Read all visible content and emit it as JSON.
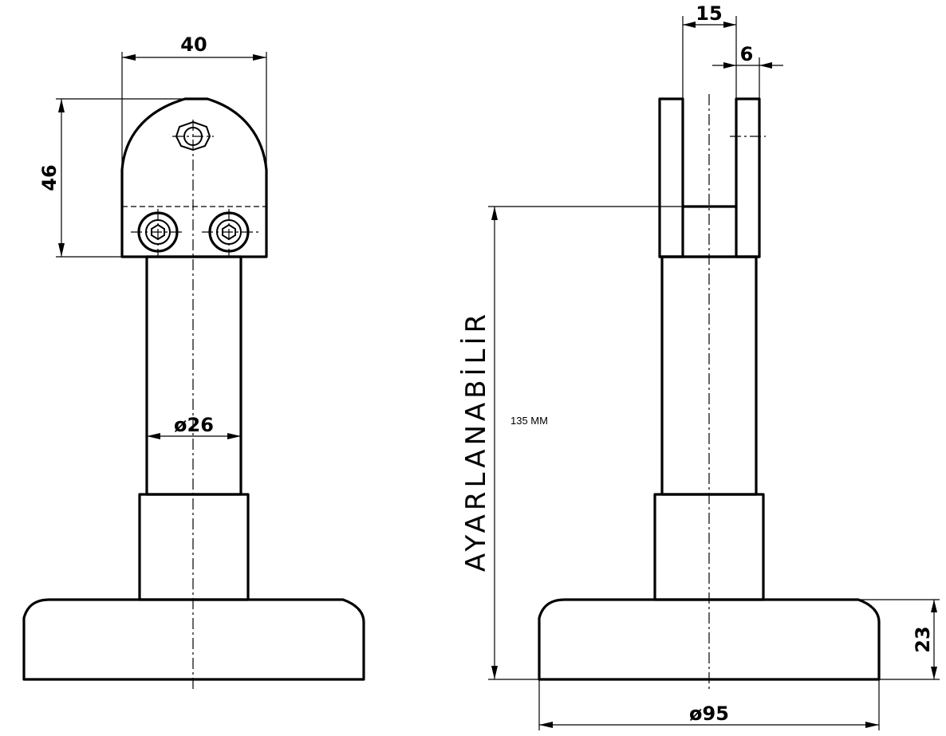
{
  "dimensions": {
    "top_width": "40",
    "head_height": "46",
    "tube_diameter": "ø26",
    "fork_width": "15",
    "plate_thickness": "6",
    "base_height": "23",
    "base_diameter": "ø95"
  },
  "notes": {
    "adjustable_label": "AYARLANABİLİR",
    "length_note": "135 MM"
  }
}
